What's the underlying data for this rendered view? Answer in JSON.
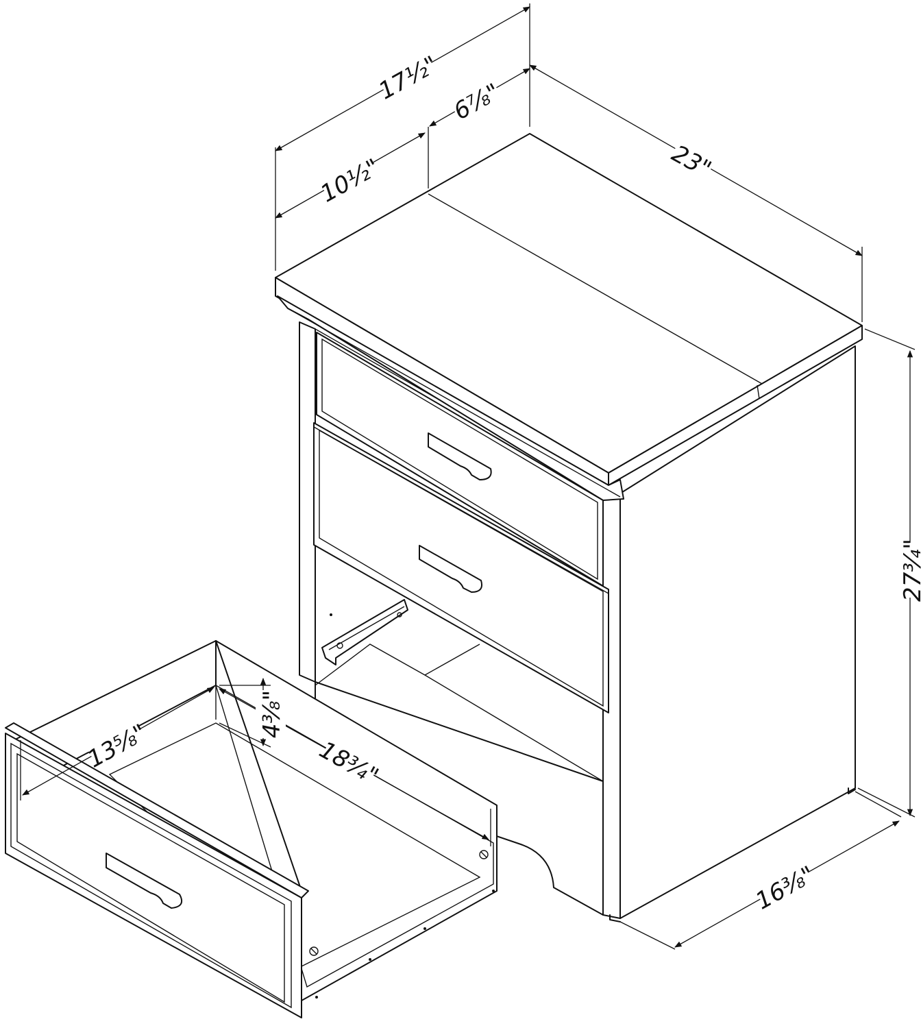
{
  "dimensions": {
    "overall_width": "17½\"",
    "left_top_width": "10½\"",
    "right_top_width": "6⅞\"",
    "depth": "23\"",
    "height": "27¾\"",
    "base_depth": "16⅜\"",
    "drawer_width": "13⅝\"",
    "drawer_height": "4⅜\"",
    "drawer_depth": "18¾\""
  }
}
